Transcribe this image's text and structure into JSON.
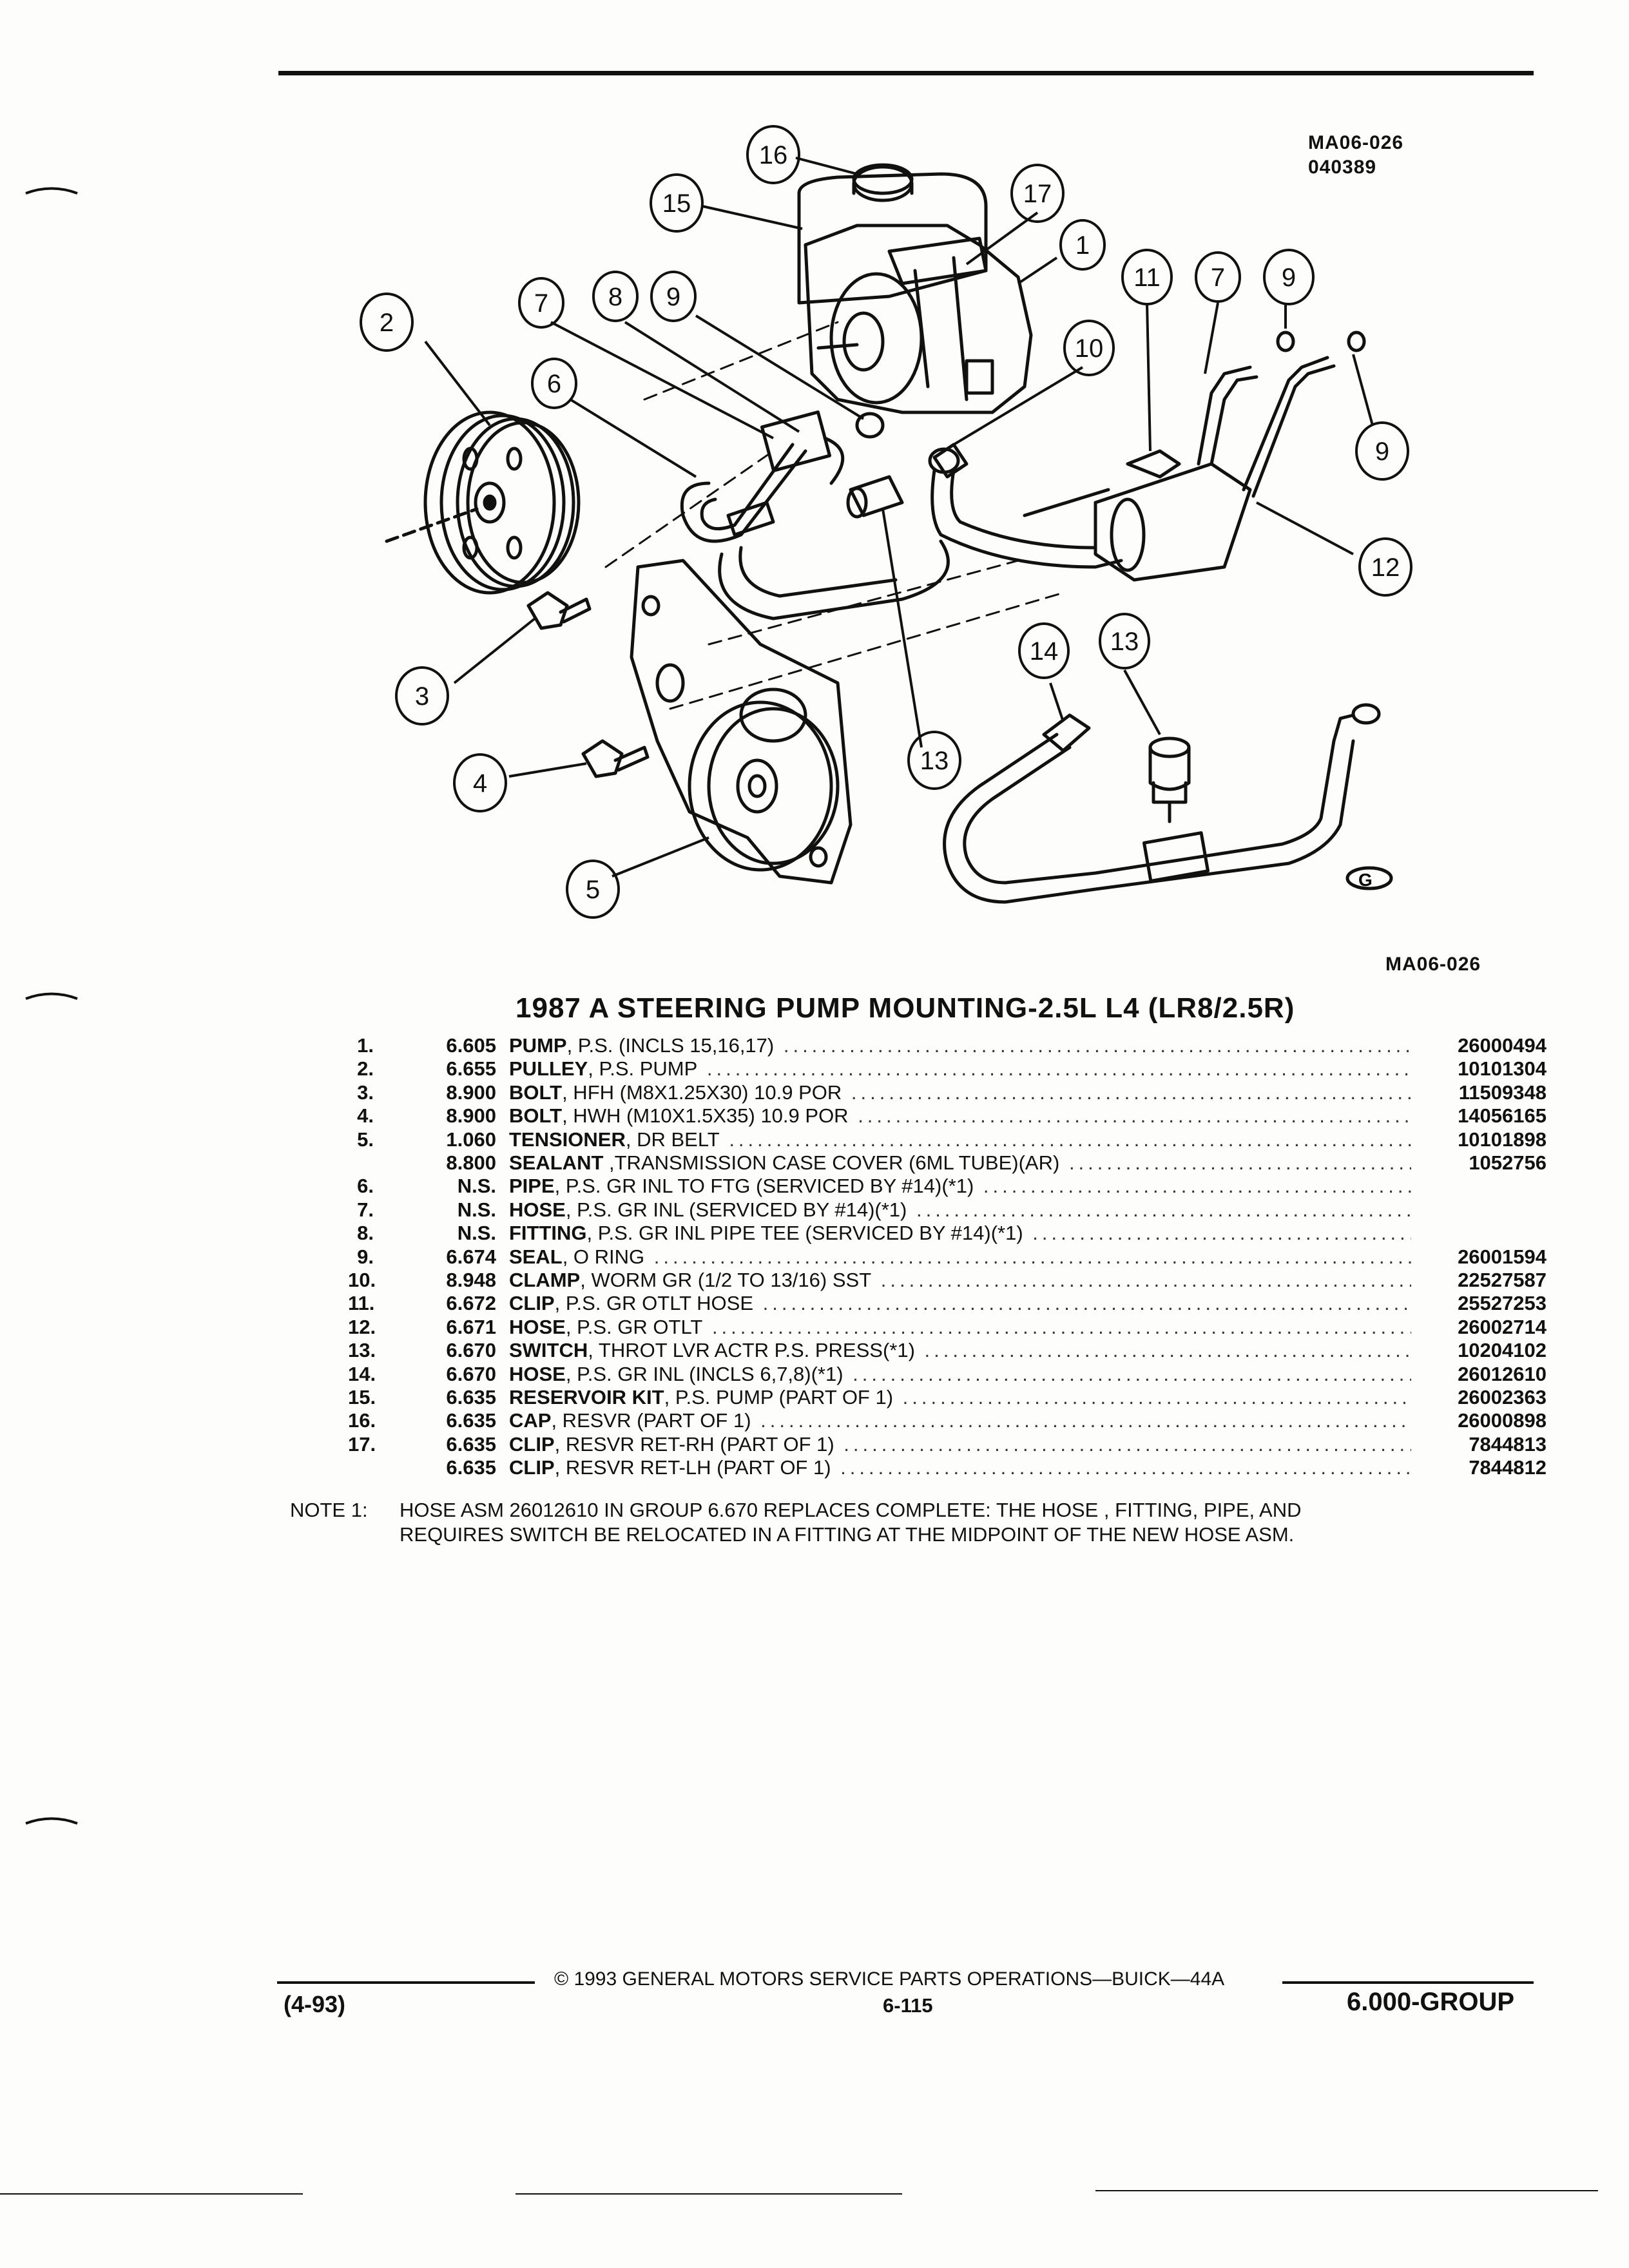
{
  "figure": {
    "id": "MA06-026",
    "date_code": "040389",
    "caption_id": "MA06-026",
    "callouts": [
      "16",
      "15",
      "17",
      "1",
      "2",
      "7",
      "8",
      "9",
      "6",
      "11",
      "7",
      "9",
      "10",
      "9",
      "12",
      "3",
      "13",
      "14",
      "13",
      "4",
      "5"
    ],
    "logo_mark": "G"
  },
  "title": "1987 A STEERING PUMP MOUNTING-2.5L L4 (LR8/2.5R)",
  "parts": [
    {
      "num": "1.",
      "group": "6.605",
      "name": "PUMP",
      "rest": ", P.S. (INCLS 15,16,17)",
      "pn": "26000494"
    },
    {
      "num": "2.",
      "group": "6.655",
      "name": "PULLEY",
      "rest": ", P.S. PUMP",
      "pn": "10101304"
    },
    {
      "num": "3.",
      "group": "8.900",
      "name": "BOLT",
      "rest": ", HFH (M8X1.25X30) 10.9 POR",
      "pn": "11509348"
    },
    {
      "num": "4.",
      "group": "8.900",
      "name": "BOLT",
      "rest": ", HWH (M10X1.5X35) 10.9 POR",
      "pn": "14056165"
    },
    {
      "num": "5.",
      "group": "1.060",
      "name": "TENSIONER",
      "rest": ", DR BELT",
      "pn": "10101898"
    },
    {
      "num": "",
      "group": "8.800",
      "name": "SEALANT",
      "rest": " ,TRANSMISSION CASE COVER (6ML TUBE)(AR)",
      "pn": "1052756"
    },
    {
      "num": "6.",
      "group": "N.S.",
      "name": "PIPE",
      "rest": ", P.S. GR INL TO FTG (SERVICED BY #14)(*1)",
      "pn": ""
    },
    {
      "num": "7.",
      "group": "N.S.",
      "name": "HOSE",
      "rest": ", P.S. GR INL (SERVICED BY #14)(*1)",
      "pn": ""
    },
    {
      "num": "8.",
      "group": "N.S.",
      "name": "FITTING",
      "rest": ", P.S. GR INL PIPE TEE (SERVICED BY #14)(*1)",
      "pn": ""
    },
    {
      "num": "9.",
      "group": "6.674",
      "name": "SEAL",
      "rest": ", O RING",
      "pn": "26001594"
    },
    {
      "num": "10.",
      "group": "8.948",
      "name": "CLAMP",
      "rest": ", WORM GR (1/2 TO 13/16) SST",
      "pn": "22527587"
    },
    {
      "num": "11.",
      "group": "6.672",
      "name": "CLIP",
      "rest": ", P.S. GR OTLT HOSE",
      "pn": "25527253"
    },
    {
      "num": "12.",
      "group": "6.671",
      "name": "HOSE",
      "rest": ", P.S. GR OTLT",
      "pn": "26002714"
    },
    {
      "num": "13.",
      "group": "6.670",
      "name": "SWITCH",
      "rest": ", THROT LVR ACTR P.S. PRESS(*1)",
      "pn": "10204102"
    },
    {
      "num": "14.",
      "group": "6.670",
      "name": "HOSE",
      "rest": ", P.S. GR INL (INCLS 6,7,8)(*1)",
      "pn": "26012610"
    },
    {
      "num": "15.",
      "group": "6.635",
      "name": "RESERVOIR KIT",
      "rest": ", P.S. PUMP (PART OF 1)",
      "pn": "26002363"
    },
    {
      "num": "16.",
      "group": "6.635",
      "name": "CAP",
      "rest": ", RESVR (PART OF 1)",
      "pn": "26000898"
    },
    {
      "num": "17.",
      "group": "6.635",
      "name": "CLIP",
      "rest": ", RESVR RET-RH (PART OF 1)",
      "pn": "7844813"
    },
    {
      "num": "",
      "group": "6.635",
      "name": "CLIP",
      "rest": ", RESVR RET-LH (PART OF 1)",
      "pn": "7844812"
    }
  ],
  "note": {
    "label": "NOTE  1:",
    "line1": "HOSE ASM 26012610 IN GROUP 6.670 REPLACES COMPLETE: THE HOSE , FITTING, PIPE, AND",
    "line2": "REQUIRES SWITCH BE RELOCATED IN A FITTING AT THE MIDPOINT OF THE NEW HOSE ASM."
  },
  "footer": {
    "copyright": "© 1993 GENERAL MOTORS SERVICE PARTS OPERATIONS—BUICK—44A",
    "revision": "(4-93)",
    "page": "6-115",
    "group": "6.000-GROUP"
  }
}
